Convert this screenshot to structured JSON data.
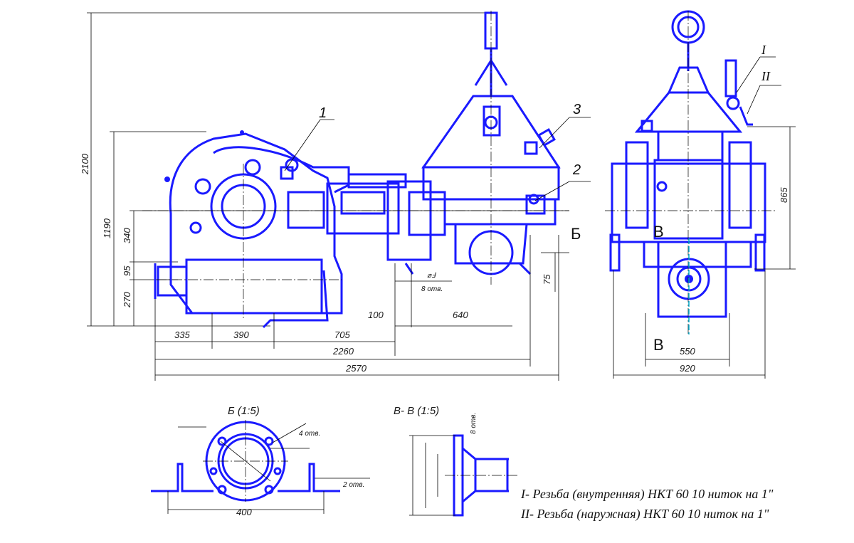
{
  "labels": {
    "part1": "1",
    "part2": "2",
    "part3": "3",
    "thread1": "I",
    "thread2": "II",
    "sectionB_left": "Б",
    "sectionV_top": "В",
    "sectionV_bottom": "В"
  },
  "dimensions": {
    "d2100": "2100",
    "d1190": "1190",
    "d340": "340",
    "d95": "95",
    "d270": "270",
    "d335": "335",
    "d390": "390",
    "d705": "705",
    "d2260": "2260",
    "d2570": "2570",
    "d100": "100",
    "d640": "640",
    "d75": "75",
    "d865": "865",
    "d550": "550",
    "d920": "920",
    "d400": "400",
    "holes8": "8 отв.",
    "holes4": "4 отв.",
    "holes2": "2 отв.",
    "holes8v": "8 отв."
  },
  "views": {
    "detailB": "Б (1:5)",
    "sectionVV": "В- В (1:5)"
  },
  "notes": {
    "note1": "I- Резьба (внутренняя) НКТ 60 10 ниток на 1\"",
    "note2": "II- Резьба (наружная) НКТ 60 10 ниток на 1\""
  }
}
